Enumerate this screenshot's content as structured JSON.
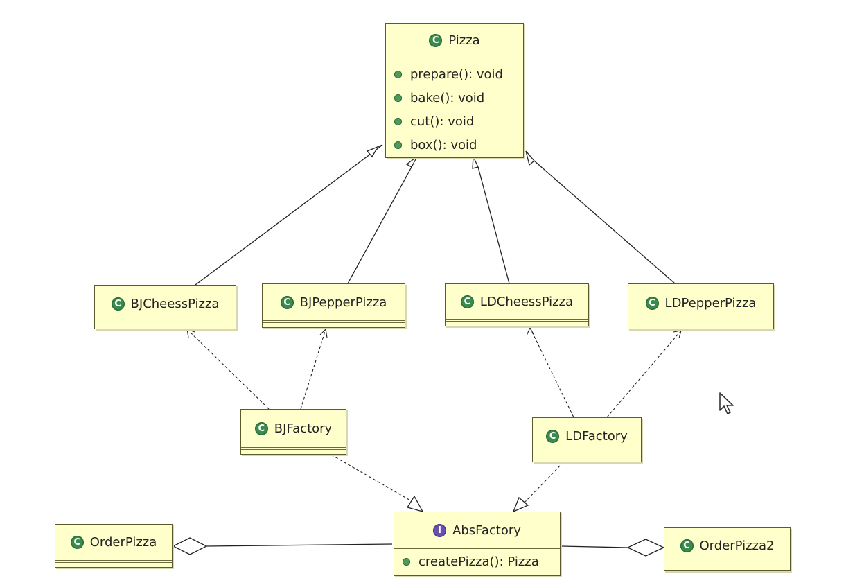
{
  "classes": {
    "pizza": {
      "name": "Pizza",
      "methods": [
        "prepare(): void",
        "bake(): void",
        "cut(): void",
        "box(): void"
      ]
    },
    "bj_chess": {
      "name": "BJCheessPizza"
    },
    "bj_pepper": {
      "name": "BJPepperPizza"
    },
    "ld_chess": {
      "name": "LDCheessPizza"
    },
    "ld_pepper": {
      "name": "LDPepperPizza"
    },
    "bj_factory": {
      "name": "BJFactory"
    },
    "ld_factory": {
      "name": "LDFactory"
    },
    "order_pizza": {
      "name": "OrderPizza"
    },
    "order_pizza2": {
      "name": "OrderPizza2"
    }
  },
  "interfaces": {
    "abs_factory": {
      "name": "AbsFactory",
      "methods": [
        "createPizza(): Pizza"
      ]
    }
  },
  "icons": {
    "class": "class-icon",
    "interface": "interface-icon",
    "method": "public-method-icon"
  },
  "colors": {
    "box_fill": "#ffffcc",
    "class_icon": "#3b8a4e",
    "interface_icon": "#6a4fb0",
    "method_dot": "#4e9a5e"
  }
}
